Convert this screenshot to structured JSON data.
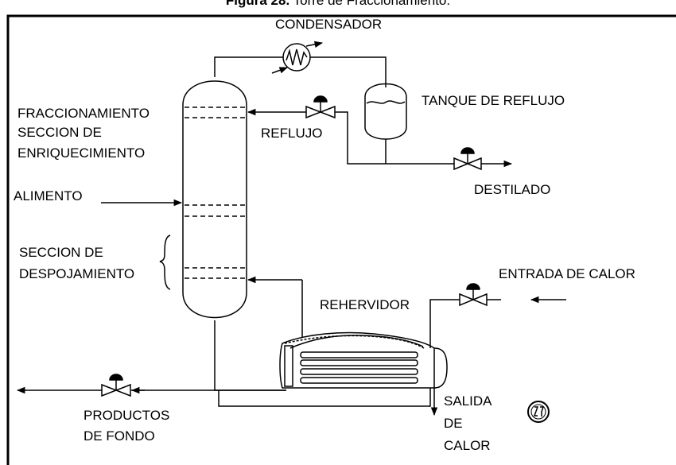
{
  "figure": {
    "caption_bold": "Figura 28.",
    "caption_rest": " Torre de Fraccionamiento."
  },
  "labels": {
    "condensador": "CONDENSADOR",
    "tanque_reflujo": "TANQUE DE REFLUJO",
    "fraccionamiento": "FRACCIONAMIENTO",
    "seccion_de_1": "SECCION DE",
    "enriquecimiento": "ENRIQUECIMIENTO",
    "reflujo": "REFLUJO",
    "destilado": "DESTILADO",
    "alimento": "ALIMENTO",
    "seccion_de_2": "SECCION DE",
    "despojamiento": "DESPOJAMIENTO",
    "entrada_calor": "ENTRADA DE CALOR",
    "rehervidor": "REHERVIDOR",
    "productos": "PRODUCTOS",
    "de_fondo": "DE FONDO",
    "salida": "SALIDA",
    "de": "DE",
    "calor": "CALOR"
  },
  "colors": {
    "line": "#000000",
    "background": "#ffffff"
  },
  "icons": [
    "heat-exchanger-icon",
    "control-valve-icon",
    "logo-seal-icon"
  ]
}
